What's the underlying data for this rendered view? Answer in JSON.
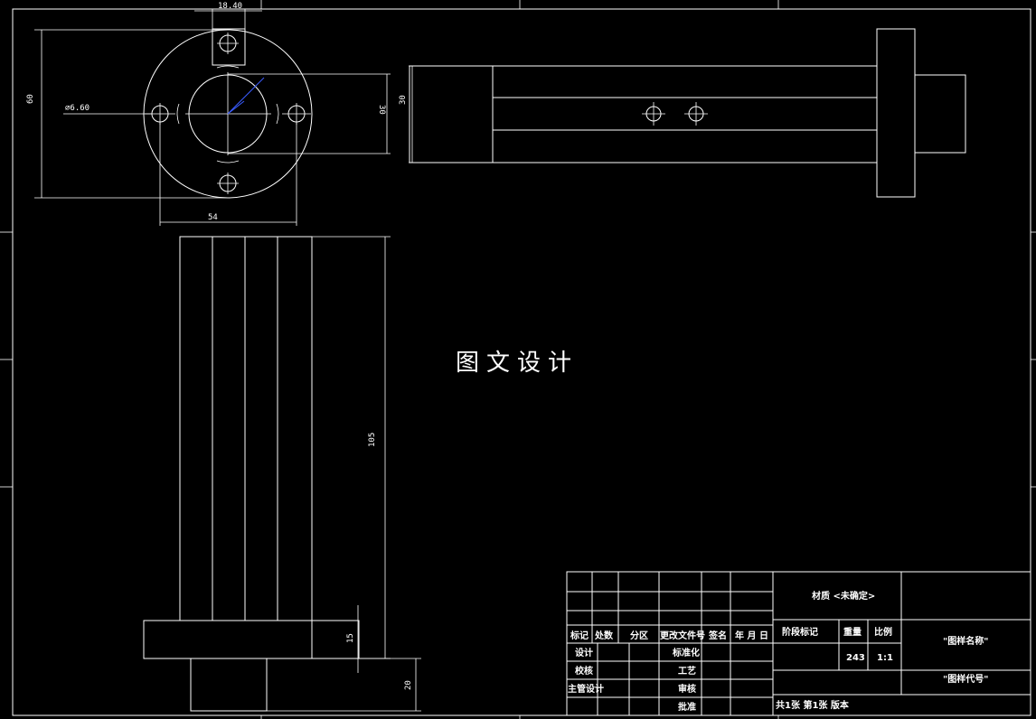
{
  "watermark": "图文设计",
  "dimensions": {
    "top_width": "18.40",
    "hole_diameter": "∅6.60",
    "outer_height": "60",
    "inner_height": "30",
    "base_width": "54",
    "side_height": "30",
    "column_length": "105",
    "flange_thickness": "15",
    "base_thickness": "20"
  },
  "title_block": {
    "material": "材质 <未确定>",
    "headers": [
      "标记",
      "处数",
      "分区",
      "更改文件号",
      "签名",
      "年 月 日"
    ],
    "rows": [
      {
        "left": "设计",
        "mid": "标准化"
      },
      {
        "left": "校核",
        "mid": "工艺"
      },
      {
        "left": "主管设计",
        "mid": "审核"
      },
      {
        "left": "",
        "mid": "批准"
      }
    ],
    "stage_label": "阶段标记",
    "weight_label": "重量",
    "scale_label": "比例",
    "weight_value": "243",
    "scale_value": "1:1",
    "drawing_name": "\"图样名称\"",
    "drawing_code": "\"图样代号\"",
    "sheet_info": "共1张  第1张  版本"
  }
}
